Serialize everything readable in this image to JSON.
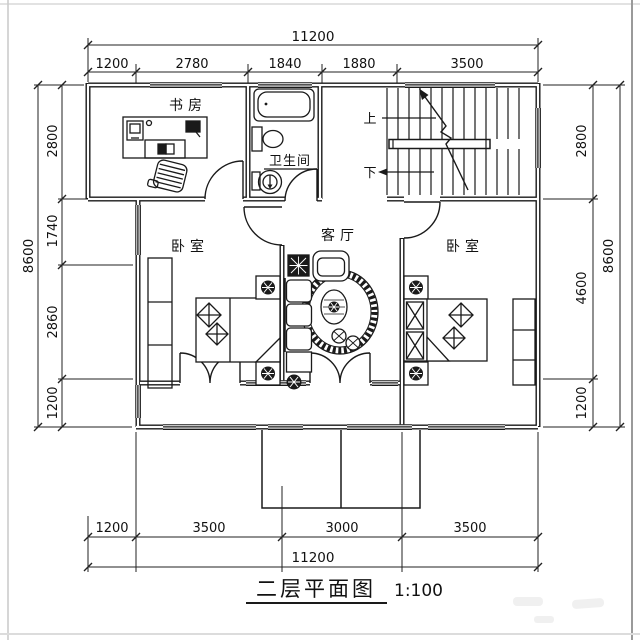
{
  "title": {
    "text": "二层平面图",
    "scale": "1:100"
  },
  "rooms": {
    "study": "书房",
    "bathroom": "卫生间",
    "living": "客厅",
    "bedroom_left": "卧室",
    "bedroom_right": "卧室"
  },
  "stairs": {
    "up": "上",
    "down": "下"
  },
  "dims": {
    "top": {
      "total": "11200",
      "segments": [
        "1200",
        "2780",
        "1840",
        "1880",
        "3500"
      ]
    },
    "bottom": {
      "total": "11200",
      "segments": [
        "1200",
        "3500",
        "3000",
        "3500"
      ]
    },
    "left": {
      "total": "8600",
      "segments": [
        "2800",
        "1740",
        "2860",
        "1200"
      ]
    },
    "right": {
      "total": "8600",
      "segments": [
        "2800",
        "4600",
        "1200"
      ]
    }
  },
  "colors": {
    "line": "#1a1a1a",
    "background": "#ffffff"
  }
}
